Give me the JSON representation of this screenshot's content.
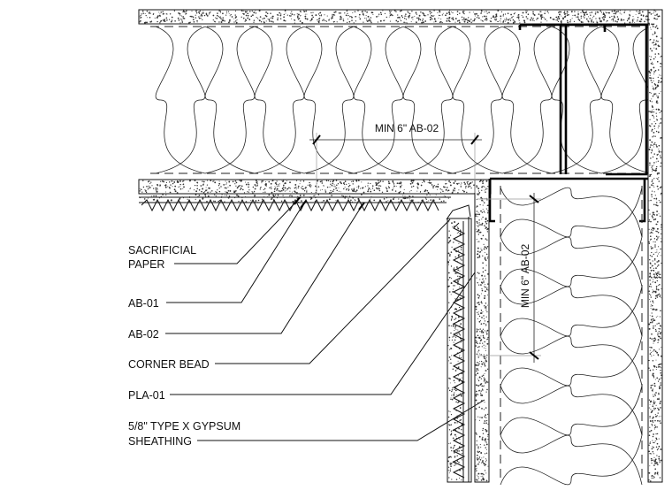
{
  "callouts": [
    {
      "id": "sacrificial-paper",
      "lines": [
        "SACRIFICIAL",
        "PAPER"
      ]
    },
    {
      "id": "ab-01",
      "lines": [
        "AB-01"
      ]
    },
    {
      "id": "ab-02",
      "lines": [
        "AB-02"
      ]
    },
    {
      "id": "corner-bead",
      "lines": [
        "CORNER BEAD"
      ]
    },
    {
      "id": "pla-01",
      "lines": [
        "PLA-01"
      ]
    },
    {
      "id": "gypsum-sheathing",
      "lines": [
        "5/8\" TYPE X GYPSUM",
        "SHEATHING"
      ]
    }
  ],
  "dimensions": {
    "horizontal": "MIN 6\" AB-02",
    "vertical": "MIN 6\" AB-02"
  },
  "colors": {
    "linework": "#111111",
    "background": "#ffffff"
  }
}
